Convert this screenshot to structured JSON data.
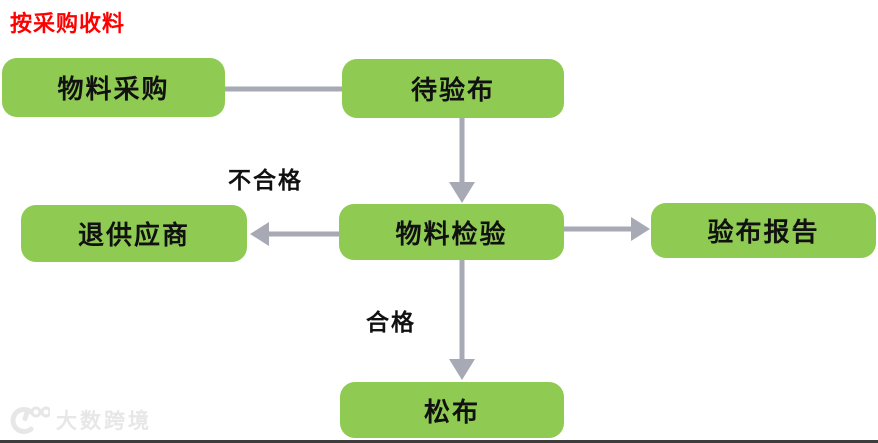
{
  "title": "按采购收料",
  "colors": {
    "node_green": "#8FCB52",
    "arrow_gray": "#A7A9B4",
    "title_red": "#FF0000",
    "label_black": "#111111",
    "watermark_gray": "#E7E7E7"
  },
  "nodes": [
    {
      "id": "material-purchase",
      "label": "物料采购"
    },
    {
      "id": "cloth-pending-inspection",
      "label": "待验布"
    },
    {
      "id": "return-to-supplier",
      "label": "退供应商"
    },
    {
      "id": "material-inspection",
      "label": "物料检验"
    },
    {
      "id": "cloth-inspection-report",
      "label": "验布报告"
    },
    {
      "id": "loosen-cloth",
      "label": "松布"
    }
  ],
  "edges": [
    {
      "from": "material-purchase",
      "to": "cloth-pending-inspection",
      "label": ""
    },
    {
      "from": "cloth-pending-inspection",
      "to": "material-inspection",
      "label": ""
    },
    {
      "from": "material-inspection",
      "to": "return-to-supplier",
      "label": "不合格"
    },
    {
      "from": "material-inspection",
      "to": "cloth-inspection-report",
      "label": ""
    },
    {
      "from": "material-inspection",
      "to": "loosen-cloth",
      "label": "合格"
    }
  ],
  "edge_labels": {
    "fail": "不合格",
    "pass": "合格"
  },
  "watermark": {
    "text": "大数跨境"
  }
}
